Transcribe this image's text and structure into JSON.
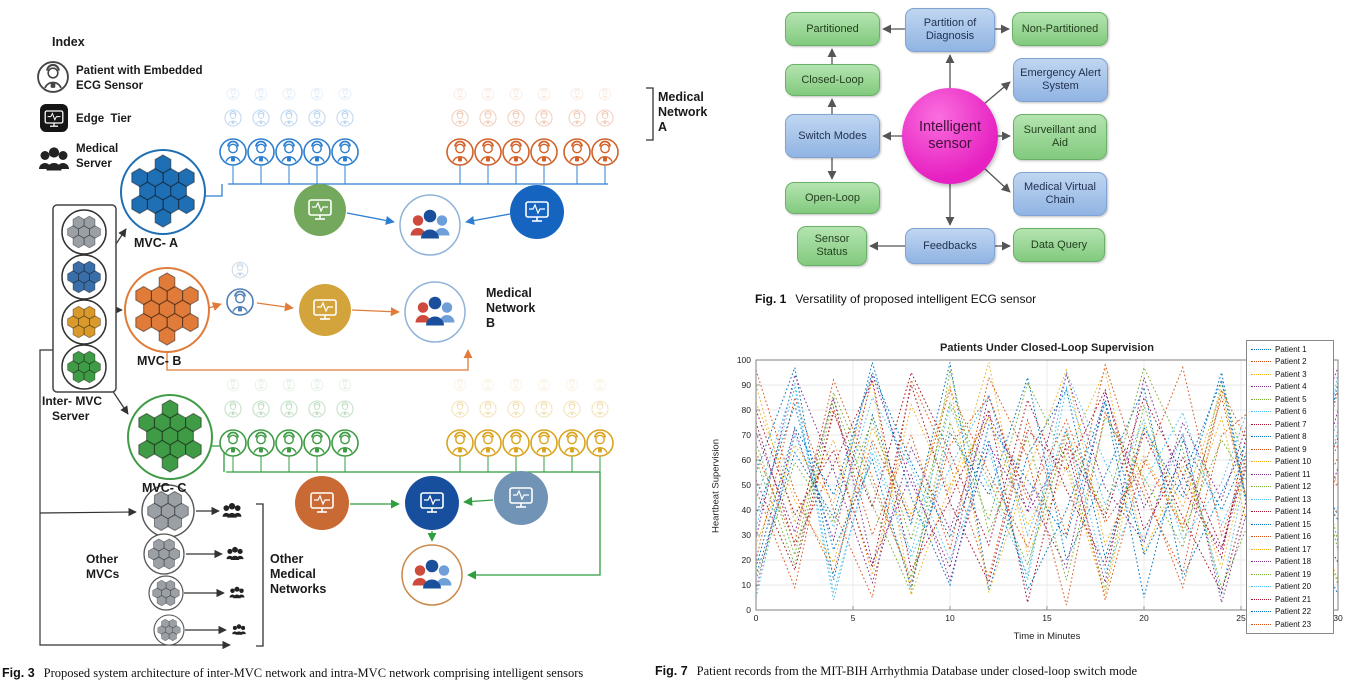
{
  "fig3": {
    "index_title": "Index",
    "legend": {
      "patient_lines": [
        "Patient with Embedded",
        "ECG Sensor"
      ],
      "edge_label": "Edge  Tier",
      "server_lines": [
        "Medical",
        "Server"
      ]
    },
    "labels": {
      "mvc_a": "MVC- A",
      "mvc_b": "MVC- B",
      "mvc_c": "MVC- C",
      "inter_mvc": [
        "Inter- MVC",
        "Server"
      ],
      "other_mvcs": [
        "Other",
        "MVCs"
      ],
      "network_a": [
        "Medical",
        "Network",
        "A"
      ],
      "network_b": [
        "Medical",
        "Network",
        "B"
      ],
      "other_networks": [
        "Other",
        "Medical",
        "Networks"
      ]
    },
    "palette": {
      "network_a_blue": "#2f7fd0",
      "network_a_orange": "#d2622a",
      "network_c_green": "#3f9b45",
      "network_c_yellow": "#d9a520",
      "mvc_a_blue": "#1f6fb5",
      "mvc_b_orange": "#e07b39",
      "mvc_c_green": "#3f9b45",
      "gray": "#9aa0a6"
    },
    "caption": {
      "tag": "Fig. 3",
      "text": "Proposed system architecture of inter-MVC network and intra-MVC network comprising intelligent sensors"
    }
  },
  "fig1": {
    "center_label": "Intelligent sensor",
    "boxes": {
      "partitioned": "Partitioned",
      "partition_of_diagnosis": "Partition of Diagnosis",
      "non_partitioned": "Non-Partitioned",
      "closed_loop": "Closed-Loop",
      "emergency": "Emergency Alert System",
      "switch_modes": "Switch Modes",
      "surveillant": "Surveillant and Aid",
      "open_loop": "Open-Loop",
      "medical_virtual_chain": "Medical Virtual Chain",
      "sensor_status": "Sensor Status",
      "feedbacks": "Feedbacks",
      "data_query": "Data Query"
    },
    "palette": {
      "green_box": "#93d690",
      "blue_box": "#a9c7ec",
      "center": "#e620c1"
    },
    "caption": {
      "tag": "Fig. 1",
      "text": "Versatility of proposed intelligent ECG sensor"
    }
  },
  "fig7": {
    "caption": {
      "tag": "Fig. 7",
      "text": "Patient records from the MIT-BIH Arrhythmia Database under closed-loop switch mode"
    },
    "chart_data": {
      "type": "line",
      "title": "Patients Under Closed-Loop Supervision",
      "xlabel": "Time in Minutes",
      "ylabel": "Heartbeat Supervision",
      "xlim": [
        0,
        30
      ],
      "ylim": [
        0,
        100
      ],
      "xticks": [
        0,
        5,
        10,
        15,
        20,
        25,
        30
      ],
      "yticks": [
        0,
        10,
        20,
        30,
        40,
        50,
        60,
        70,
        80,
        90,
        100
      ],
      "grid": true,
      "line_style": "dotted",
      "legend_position": "right-overlapping",
      "colors": [
        "#0072BD",
        "#D95319",
        "#EDB120",
        "#7E2F8E",
        "#77AC30",
        "#4DBEEE",
        "#A2142F"
      ],
      "x": [
        0,
        2,
        4,
        6,
        8,
        10,
        12,
        14,
        16,
        18,
        20,
        22,
        24,
        26,
        28,
        30
      ],
      "series": [
        {
          "name": "Patient 1",
          "values": [
            55,
            97,
            12,
            78,
            34,
            99,
            8,
            62,
            88,
            21,
            73,
            45,
            95,
            15,
            67,
            38
          ]
        },
        {
          "name": "Patient 2",
          "values": [
            20,
            85,
            40,
            5,
            92,
            58,
            13,
            76,
            30,
            98,
            50,
            9,
            70,
            83,
            27,
            61
          ]
        },
        {
          "name": "Patient 3",
          "values": [
            90,
            35,
            68,
            14,
            82,
            47,
            99,
            22,
            57,
            6,
            74,
            41,
            88,
            19,
            63,
            52
          ]
        },
        {
          "name": "Patient 4",
          "values": [
            8,
            72,
            28,
            94,
            51,
            17,
            86,
            39,
            65,
            11,
            93,
            48,
            24,
            79,
            56,
            97
          ]
        },
        {
          "name": "Patient 5",
          "values": [
            60,
            18,
            84,
            42,
            7,
            96,
            31,
            69,
            12,
            77,
            53,
            25,
            91,
            36,
            64,
            10
          ]
        },
        {
          "name": "Patient 6",
          "values": [
            33,
            89,
            4,
            66,
            23,
            81,
            49,
            14,
            95,
            59,
            28,
            71,
            6,
            87,
            44,
            75
          ]
        },
        {
          "name": "Patient 7",
          "values": [
            75,
            26,
            58,
            92,
            16,
            44,
            80,
            3,
            67,
            37,
            85,
            54,
            21,
            98,
            32,
            69
          ]
        },
        {
          "name": "Patient 8",
          "values": [
            14,
            63,
            37,
            99,
            45,
            10,
            74,
            52,
            29,
            83,
            5,
            68,
            40,
            76,
            18,
            91
          ]
        },
        {
          "name": "Patient 9",
          "values": [
            48,
            9,
            81,
            30,
            70,
            24,
            93,
            61,
            2,
            79,
            46,
            15,
            88,
            57,
            35,
            66
          ]
        },
        {
          "name": "Patient 10",
          "values": [
            83,
            44,
            19,
            73,
            38,
            90,
            7,
            55,
            96,
            26,
            62,
            34,
            77,
            11,
            84,
            50
          ]
        },
        {
          "name": "Patient 11",
          "values": [
            29,
            94,
            56,
            11,
            65,
            32,
            78,
            47,
            17,
            87,
            41,
            70,
            3,
            59,
            23,
            80
          ]
        },
        {
          "name": "Patient 12",
          "values": [
            67,
            22,
            87,
            50,
            13,
            75,
            36,
            91,
            60,
            8,
            82,
            31,
            68,
            43,
            96,
            27
          ]
        },
        {
          "name": "Patient 13",
          "values": [
            5,
            70,
            33,
            85,
            57,
            20,
            64,
            12,
            89,
            42,
            76,
            28,
            51,
            94,
            16,
            72
          ]
        },
        {
          "name": "Patient 14",
          "values": [
            52,
            16,
            79,
            41,
            95,
            63,
            26,
            84,
            48,
            18,
            71,
            37,
            7,
            65,
            30,
            88
          ]
        },
        {
          "name": "Patient 15",
          "values": [
            38,
            82,
            24,
            60,
            9,
            71,
            46,
            93,
            20,
            54,
            89,
            13,
            47,
            78,
            42,
            6
          ]
        },
        {
          "name": "Patient 16",
          "values": [
            96,
            47,
            15,
            68,
            36,
            88,
            55,
            25,
            72,
            4,
            60,
            33,
            85,
            22,
            74,
            49
          ]
        },
        {
          "name": "Patient 17",
          "values": [
            26,
            66,
            43,
            91,
            6,
            50,
            77,
            34,
            62,
            96,
            23,
            58,
            17,
            81,
            53,
            12
          ]
        },
        {
          "name": "Patient 18",
          "values": [
            71,
            31,
            85,
            19,
            54,
            12,
            66,
            40,
            94,
            49,
            27,
            75,
            44,
            90,
            8,
            57
          ]
        },
        {
          "name": "Patient 19",
          "values": [
            12,
            59,
            35,
            76,
            28,
            83,
            52,
            18,
            70,
            39,
            97,
            64,
            9,
            46,
            86,
            24
          ]
        },
        {
          "name": "Patient 20",
          "values": [
            44,
            91,
            7,
            63,
            21,
            57,
            86,
            30,
            73,
            15,
            51,
            79,
            34,
            69,
            5,
            95
          ]
        },
        {
          "name": "Patient 21",
          "values": [
            80,
            38,
            64,
            17,
            90,
            43,
            11,
            72,
            56,
            88,
            32,
            61,
            25,
            83,
            47,
            19
          ]
        },
        {
          "name": "Patient 22",
          "values": [
            17,
            73,
            46,
            95,
            59,
            29,
            68,
            8,
            40,
            84,
            22,
            53,
            92,
            14,
            60,
            36
          ]
        },
        {
          "name": "Patient 23",
          "values": [
            63,
            27,
            92,
            53,
            11,
            66,
            85,
            44,
            76,
            35,
            58,
            97,
            30,
            72,
            13,
            41
          ]
        }
      ]
    }
  }
}
